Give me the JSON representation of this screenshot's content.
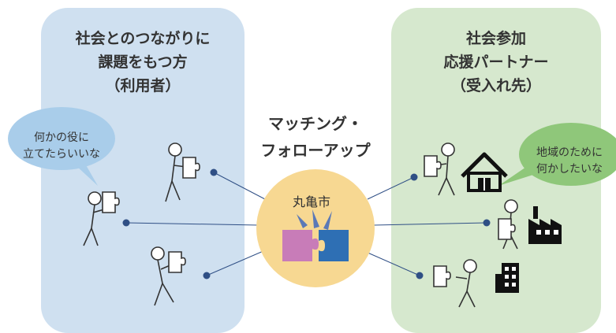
{
  "left_group": {
    "title": "社会とのつながりに\n課題をもつ方\n（利用者）",
    "speech": "何かの役に\n立てたらいいな",
    "fill": "#cfe0f0"
  },
  "center": {
    "title": "マッチング・\nフォローアップ",
    "organization": "丸亀市",
    "circle_color": "#f7d892",
    "puzzle_pink": "#c87cb8",
    "puzzle_blue": "#2e6fb4"
  },
  "right_group": {
    "title": "社会参加\n応援パートナー\n（受入れ先）",
    "speech": "地域のために\n何かしたいな",
    "fill": "#d6e8ce"
  },
  "connector_color": "#2f4f85",
  "icons": {
    "left_people": [
      "person-holding-puzzle-icon",
      "person-holding-puzzle-icon",
      "person-holding-puzzle-icon"
    ],
    "right_partners": [
      "house-icon",
      "factory-icon",
      "office-building-icon"
    ]
  }
}
